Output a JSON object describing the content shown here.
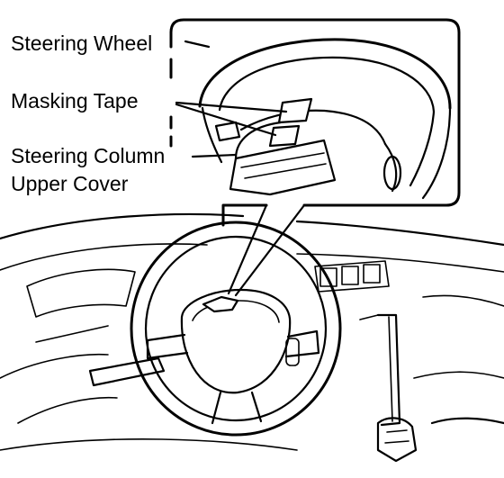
{
  "labels": {
    "steering_wheel": "Steering Wheel",
    "masking_tape": "Masking Tape",
    "steering_column_line1": "Steering Column",
    "steering_column_line2": "Upper Cover"
  }
}
